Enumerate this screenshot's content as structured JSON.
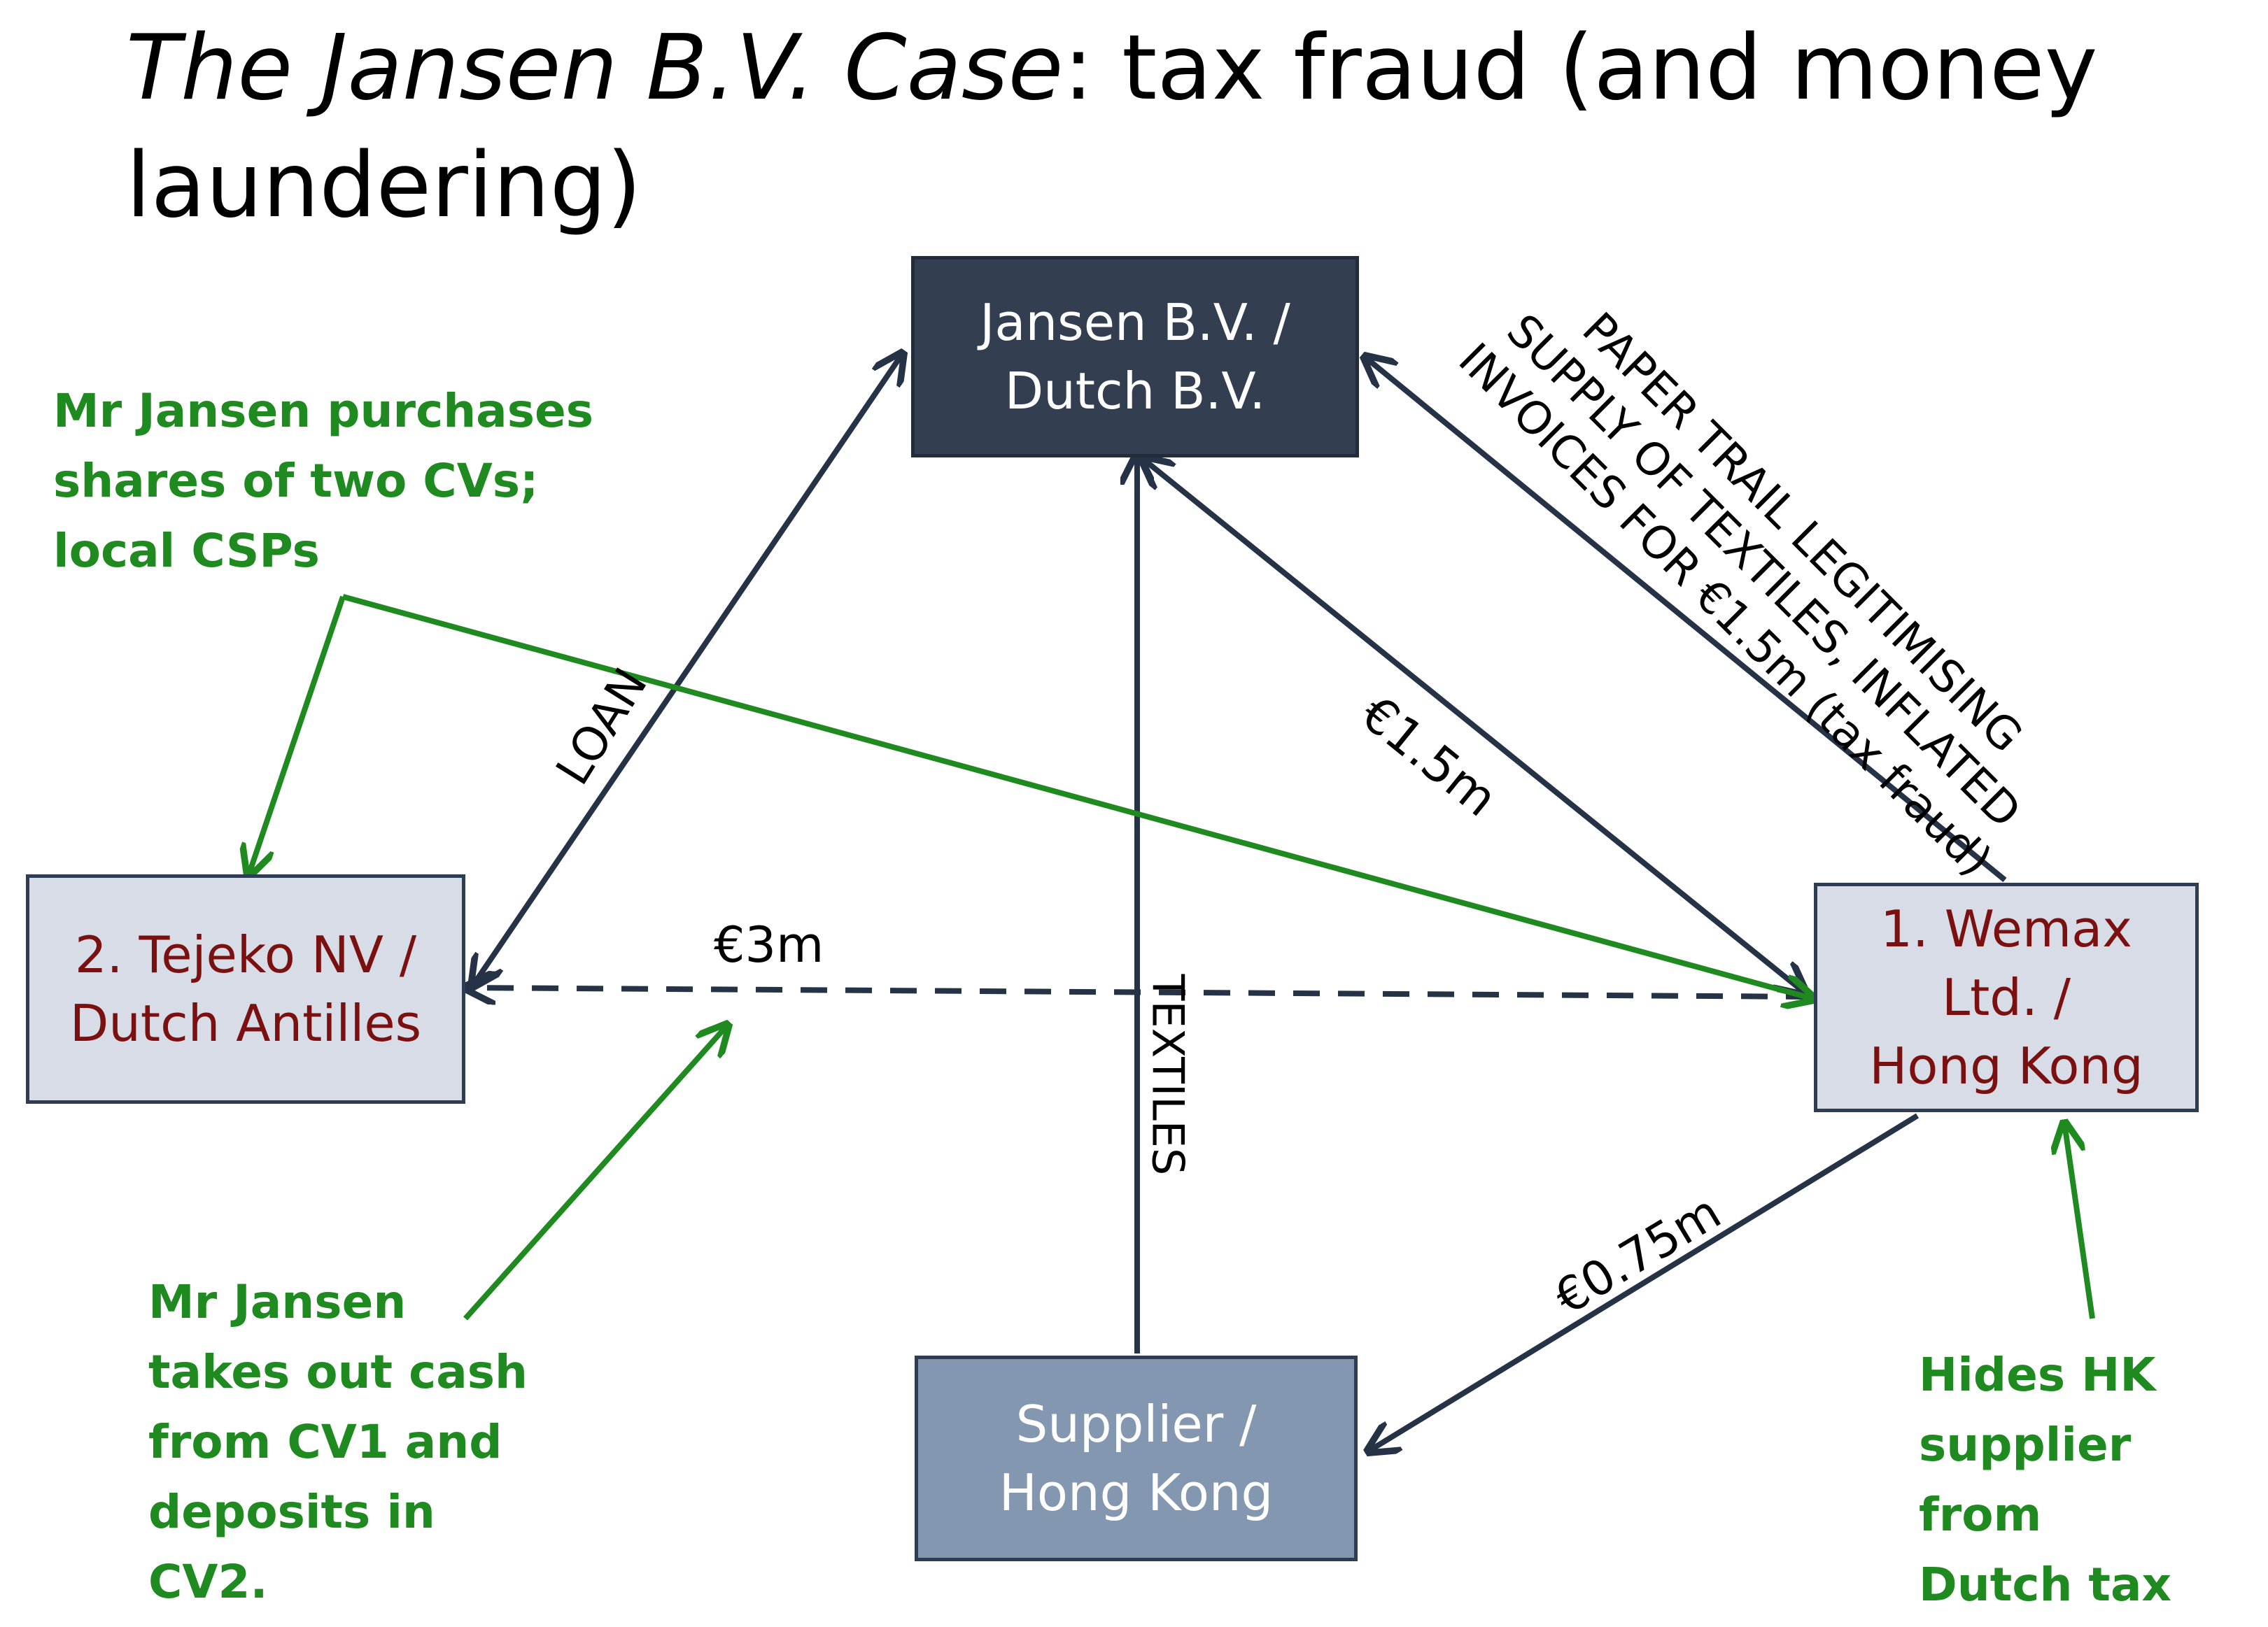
{
  "title": {
    "italic_part": "The Jansen B.V. Case",
    "rest": ": tax fraud (and money laundering)"
  },
  "nodes": {
    "jansen": "Jansen B.V. /\nDutch B.V.",
    "tejeko": "2. Tejeko NV /\nDutch Antilles",
    "wemax": "1. Wemax\nLtd. /\nHong Kong",
    "supplier": "Supplier /\nHong Kong"
  },
  "edge_labels": {
    "loan": "LOAN",
    "three_m": "€3m",
    "textiles": "TEXTILES",
    "one_five_m": "€1.5m",
    "zero_seven_five_m": "€0.75m",
    "paper_trail": "PAPER TRAIL LEGITIMISING\nSUPPLY OF TEXTILES, INFLATED\nINVOICES FOR €1.5m (tax fraud)"
  },
  "notes": {
    "purchases": "Mr Jansen purchases\nshares of two CVs;\nlocal CSPs",
    "cash": "Mr Jansen\ntakes out cash\nfrom CV1 and\ndeposits in\nCV2.",
    "hides": "Hides HK\nsupplier from\nDutch tax\nauthorities"
  },
  "colors": {
    "dark_node": "#333f50",
    "light_node": "#d7dce6",
    "mid_node": "#8497b0",
    "node_text_red": "#7a1010",
    "arrow_dark": "#263245",
    "note_green": "#1f8a1f"
  }
}
